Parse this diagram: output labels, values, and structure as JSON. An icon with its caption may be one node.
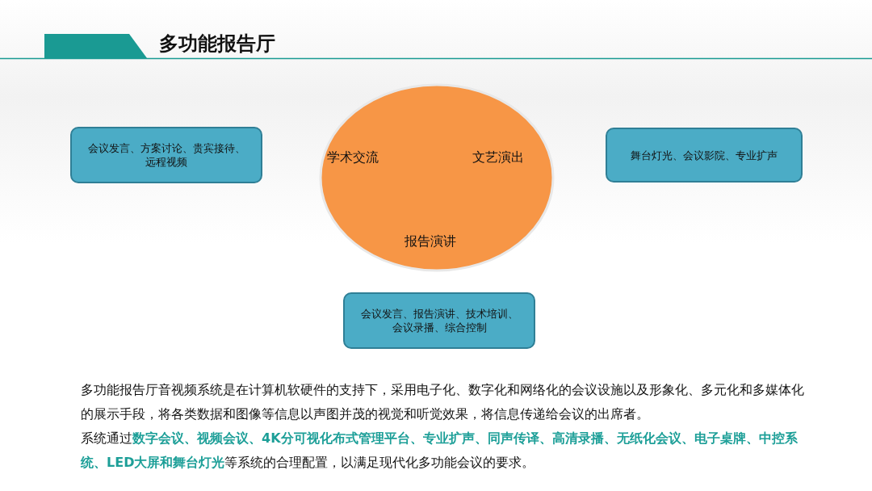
{
  "diagram": {
    "title": "多功能报告厅",
    "nodes": [
      {
        "text": [
          "学术交流",
          "文艺演出",
          "报告演讲"
        ]
      },
      {
        "text": [
          "会议发言、方案讨论、贵宾接待、远程视频"
        ]
      },
      {
        "text": [
          "舞台灯光、会议影院、专业扩声"
        ]
      },
      {
        "text": [
          "会议发言、报告演讲、技术培训、会议录播、综合控制"
        ]
      }
    ],
    "edges": [],
    "labels": [
      "多功能报告厅音视频系统是在计算机软硬件的支持下，采用电子化、数字化和网络化的会议设施以及形象化、多元化和多媒体化的展示手段，将各类数据和图像等信息以声图并茂的视觉和听觉效果，将信息传递给会议的出席者。",
      "系统通过**数字会议、视频会议、4K分可视化布式管理平台、专业扩声、同声传译、高清录播、无纸化会议、电子桌牌、中控系统、LED大屏和舞台灯光**等系统的合理配置，以满足现代化多功能会议的要求。"
    ]
  }
}
